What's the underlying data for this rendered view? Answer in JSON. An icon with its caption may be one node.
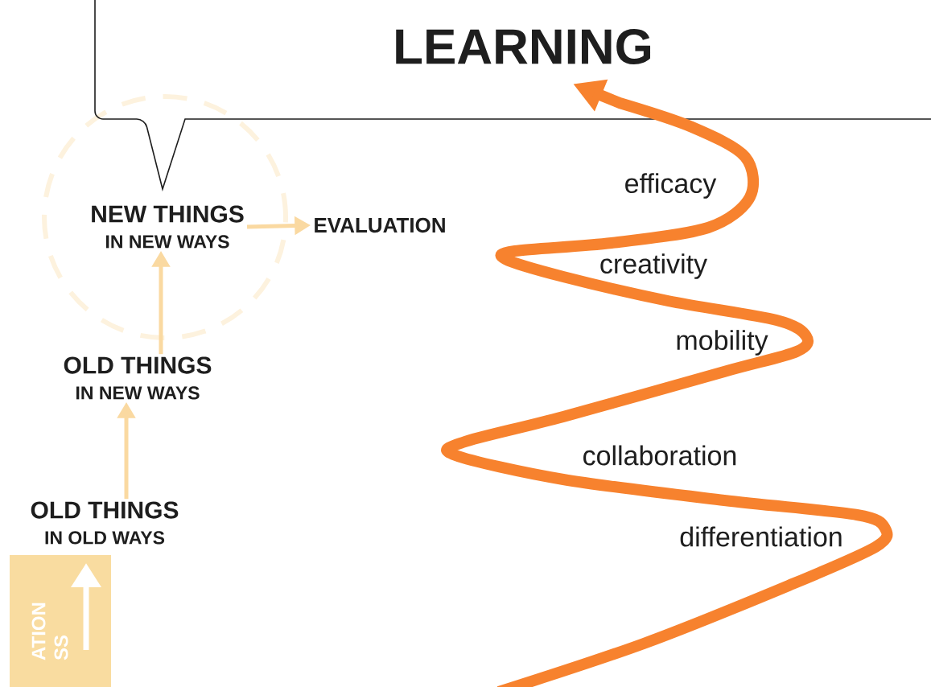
{
  "diagram": {
    "nodes": [
      {
        "text": [
          "LEARNING"
        ]
      },
      {
        "text": [
          "NEW THINGS",
          "IN NEW WAYS"
        ]
      },
      {
        "text": [
          "EVALUATION"
        ]
      },
      {
        "text": [
          "OLD THINGS",
          "IN NEW WAYS"
        ]
      },
      {
        "text": [
          "OLD THINGS",
          "IN OLD WAYS"
        ]
      },
      {
        "text": [
          "ATION SS"
        ]
      }
    ],
    "edges": [
      {
        "from": 4,
        "to": 3,
        "arrow": "to"
      },
      {
        "from": 3,
        "to": 1,
        "arrow": "to"
      },
      {
        "from": 1,
        "to": 2,
        "arrow": "to"
      },
      {
        "from": null,
        "to": 0,
        "arrow": "to",
        "style": "thick",
        "color": "#f7822e"
      }
    ],
    "labels": [
      "efficacy",
      "creativity",
      "mobility",
      "collaboration",
      "differentiation"
    ]
  }
}
